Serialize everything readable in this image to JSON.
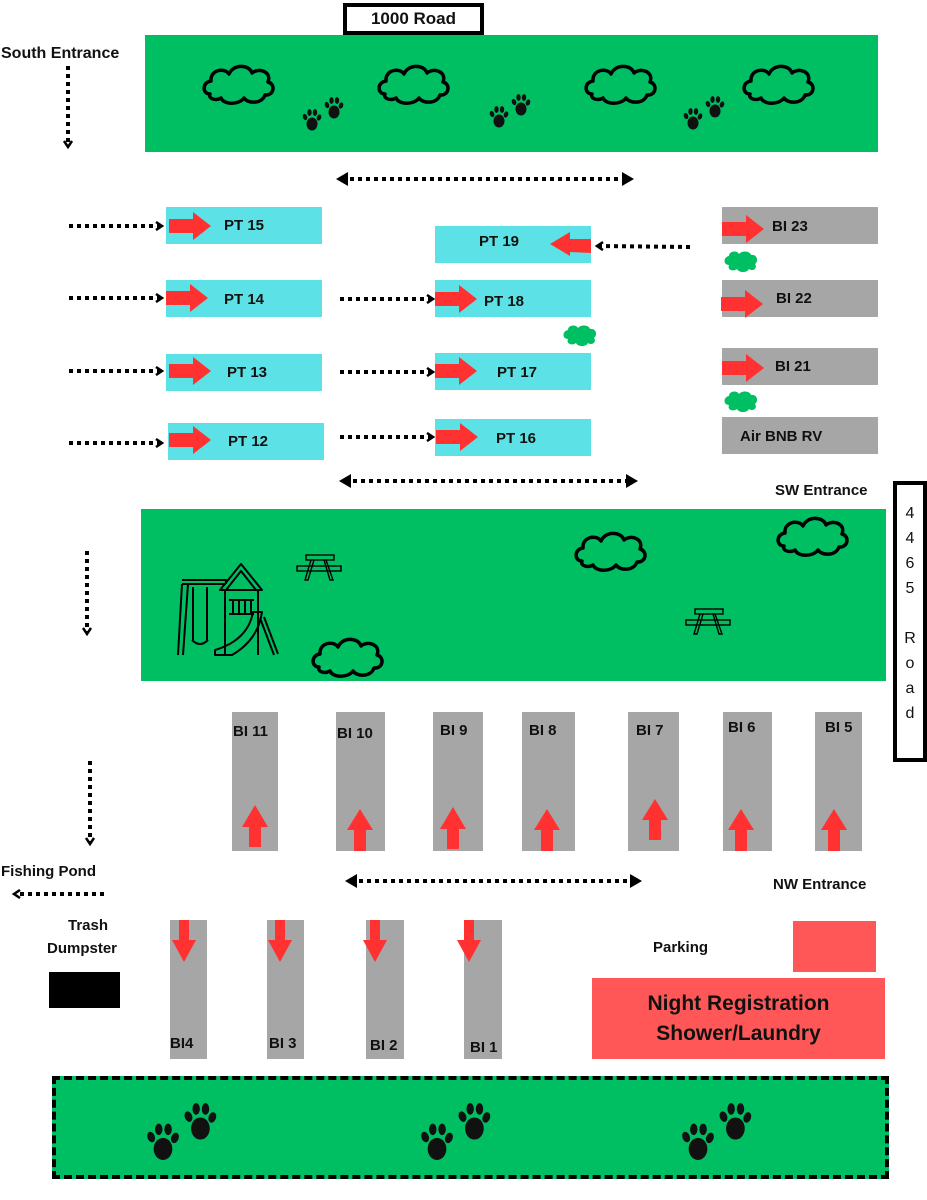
{
  "map": {
    "roads": {
      "north_road": "1000 Road",
      "east_road_chars": [
        "4",
        "4",
        "6",
        "5",
        "",
        "R",
        "o",
        "a",
        "d"
      ]
    },
    "entrances": {
      "south": "South Entrance",
      "southwest": "SW Entrance",
      "northwest": "NW Entrance"
    },
    "pull_through_sites": [
      {
        "label": "PT 15",
        "direction": "right"
      },
      {
        "label": "PT 14",
        "direction": "right"
      },
      {
        "label": "PT 13",
        "direction": "right"
      },
      {
        "label": "PT 12",
        "direction": "right"
      },
      {
        "label": "PT 19",
        "direction": "left"
      },
      {
        "label": "PT 18",
        "direction": "right"
      },
      {
        "label": "PT 17",
        "direction": "right"
      },
      {
        "label": "PT 16",
        "direction": "right"
      }
    ],
    "back_in_sites_east": [
      {
        "label": "BI 23",
        "direction": "right"
      },
      {
        "label": "BI 22",
        "direction": "right"
      },
      {
        "label": "BI 21",
        "direction": "right"
      },
      {
        "label": "Air BNB RV",
        "direction": "none"
      }
    ],
    "back_in_sites_middle": [
      {
        "label": "BI 11",
        "direction": "up"
      },
      {
        "label": "BI 10",
        "direction": "up"
      },
      {
        "label": "BI 9",
        "direction": "up"
      },
      {
        "label": "BI 8",
        "direction": "up"
      },
      {
        "label": "BI 7",
        "direction": "up"
      },
      {
        "label": "BI 6",
        "direction": "up"
      },
      {
        "label": "BI 5",
        "direction": "up"
      }
    ],
    "back_in_sites_south": [
      {
        "label": "BI4",
        "direction": "down"
      },
      {
        "label": "BI 3",
        "direction": "down"
      },
      {
        "label": "BI 2",
        "direction": "down"
      },
      {
        "label": "BI 1",
        "direction": "down"
      }
    ],
    "facilities": {
      "fishing_pond": "Fishing Pond",
      "trash_line1": "Trash",
      "trash_line2": "Dumpster",
      "parking": "Parking",
      "office_line1": "Night Registration",
      "office_line2": "Shower/Laundry"
    },
    "icons": [
      "bush-icon",
      "paw-print-icon",
      "playground-icon",
      "picnic-table-icon",
      "dotted-arrow-icon",
      "direction-arrow-icon"
    ],
    "colors": {
      "grass": "#00bf63",
      "pull_through": "#5ce1e6",
      "back_in": "#a6a6a6",
      "arrow": "#ff3131",
      "building": "#ff5757"
    }
  }
}
